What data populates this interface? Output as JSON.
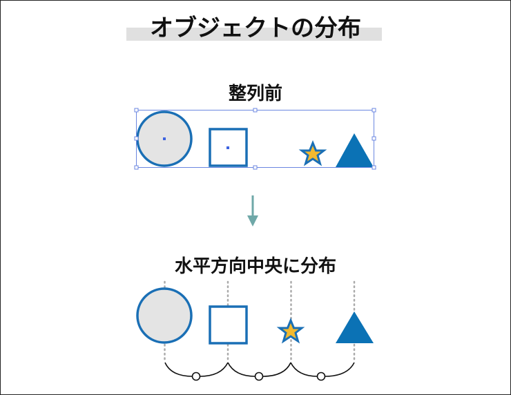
{
  "title": "オブジェクトの分布",
  "before_label": "整列前",
  "after_label": "水平方向中央に分布",
  "colors": {
    "shape_stroke": "#1a6fb5",
    "circle_fill": "#e4e4e4",
    "star_fill": "#f2b92f",
    "triangle_fill": "#0b72b5",
    "selection": "#6a86e0",
    "arrow": "#6fa8a8",
    "guide": "#aaaaaa",
    "title_highlight": "#e0e0e0"
  }
}
